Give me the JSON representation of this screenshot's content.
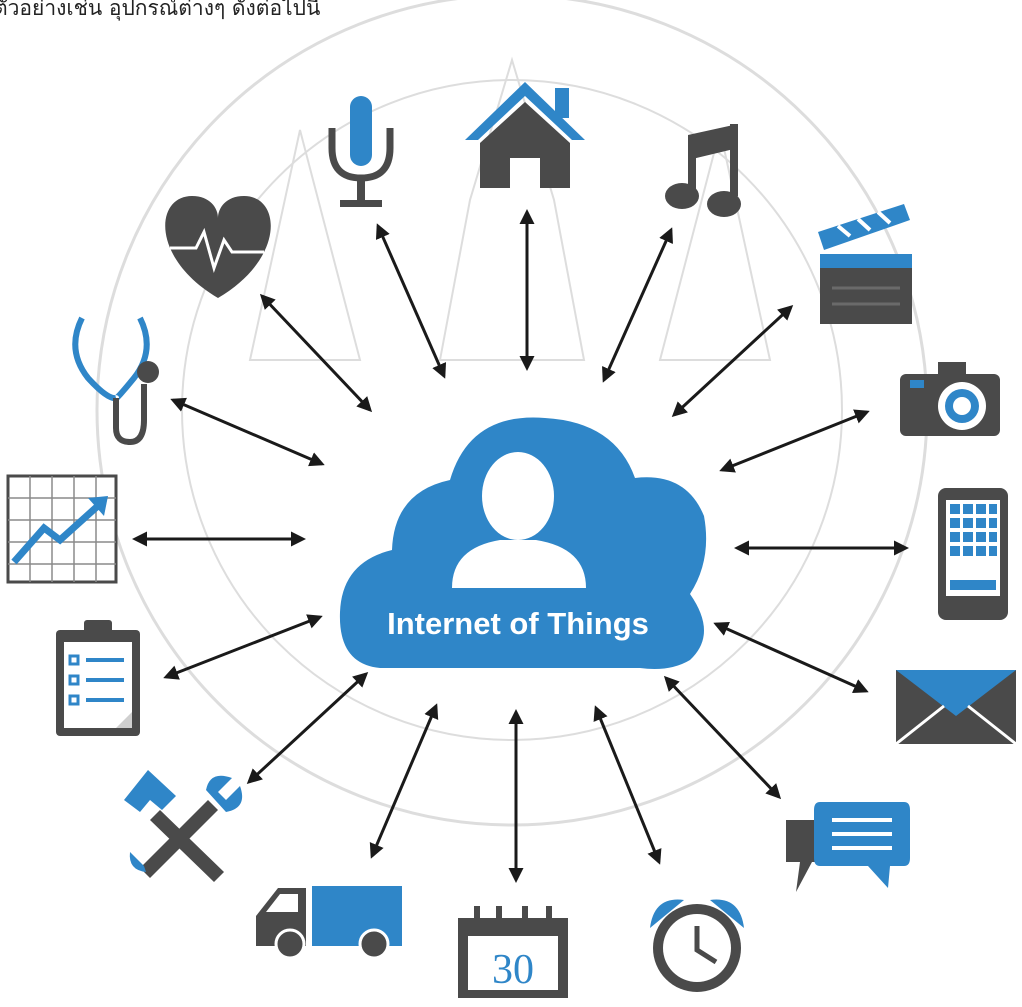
{
  "caption": "ตัวอย่างเช่น อุปกรณ์ต่างๆ ดังต่อไปนี้",
  "hub": {
    "label": "Internet of Things"
  },
  "calendar": {
    "day": "30"
  },
  "colors": {
    "blue": "#2f86c8",
    "dark": "#4a4a4a",
    "arrow": "#1a1a1a",
    "watermark": "#d9d9d9"
  },
  "devices": [
    {
      "name": "house-icon"
    },
    {
      "name": "microphone-icon"
    },
    {
      "name": "music-note-icon"
    },
    {
      "name": "heart-rate-icon"
    },
    {
      "name": "clapperboard-icon"
    },
    {
      "name": "stethoscope-icon"
    },
    {
      "name": "camera-icon"
    },
    {
      "name": "growth-chart-icon"
    },
    {
      "name": "tablet-icon"
    },
    {
      "name": "clipboard-icon"
    },
    {
      "name": "envelope-icon"
    },
    {
      "name": "tools-icon"
    },
    {
      "name": "chat-bubbles-icon"
    },
    {
      "name": "delivery-truck-icon"
    },
    {
      "name": "calendar-icon"
    },
    {
      "name": "alarm-clock-icon"
    }
  ]
}
